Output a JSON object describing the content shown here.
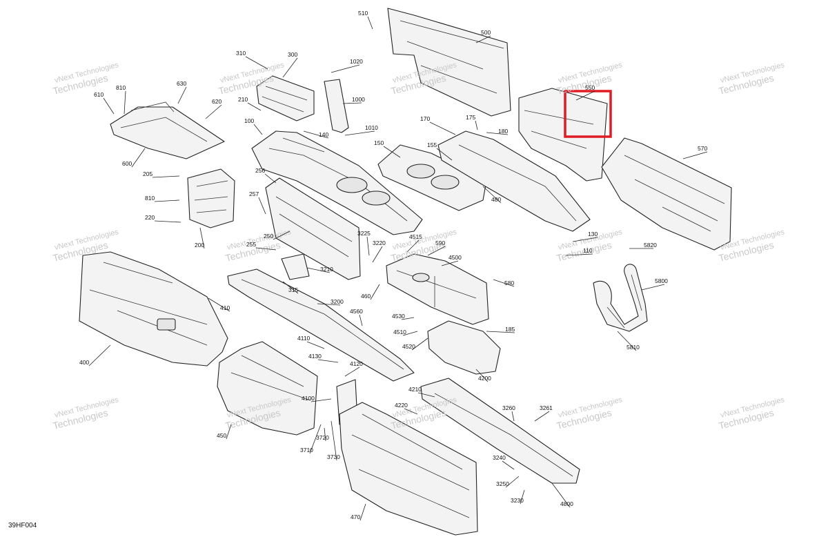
{
  "diagram_code": "39HF004",
  "watermark": {
    "line1": "vNext Technologies",
    "line2": "Technologies"
  },
  "callouts": [
    "510",
    "500",
    "310",
    "300",
    "1020",
    "1000",
    "1010",
    "630",
    "810",
    "610",
    "620",
    "600",
    "210",
    "100",
    "140",
    "175",
    "180",
    "170",
    "550",
    "570",
    "150",
    "155",
    "205",
    "256",
    "480",
    "257",
    "250",
    "255",
    "3225",
    "3220",
    "4515",
    "590",
    "4500",
    "130",
    "110",
    "5820",
    "5800",
    "580",
    "810",
    "220",
    "200",
    "3210",
    "3200",
    "460",
    "410",
    "400",
    "4510",
    "4520",
    "4530",
    "4560",
    "4110",
    "4130",
    "4120",
    "4100",
    "4200",
    "185",
    "5810",
    "4210",
    "4220",
    "3260",
    "3261",
    "3240",
    "3250",
    "3230",
    "3720",
    "3710",
    "3730",
    "470",
    "4800",
    "450",
    "315"
  ],
  "colors": {
    "highlight": "#e01b24",
    "outline": "#222222",
    "fill": "#f3f3f3"
  }
}
